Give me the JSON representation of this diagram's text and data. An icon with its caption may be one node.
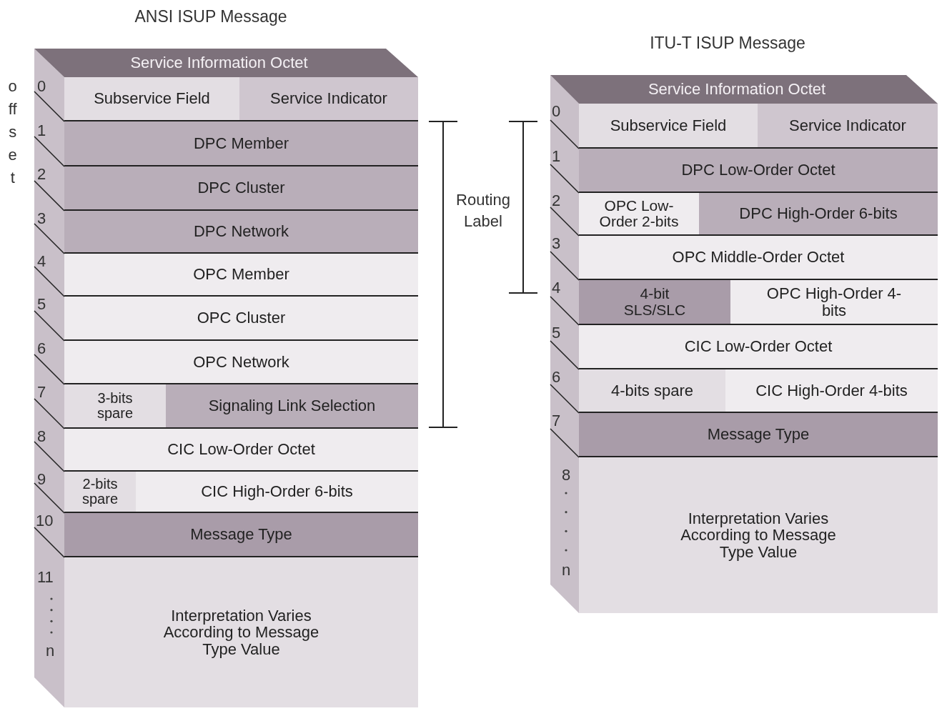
{
  "diagram": {
    "nodes": [
      {
        "text": [
          "Service Information Octet"
        ]
      },
      {
        "text": [
          "Subservice Field"
        ]
      },
      {
        "text": [
          "Service Indicator"
        ]
      },
      {
        "text": [
          "DPC Member"
        ]
      },
      {
        "text": [
          "DPC Cluster"
        ]
      },
      {
        "text": [
          "DPC Network"
        ]
      },
      {
        "text": [
          "OPC Member"
        ]
      },
      {
        "text": [
          "OPC Cluster"
        ]
      },
      {
        "text": [
          "OPC Network"
        ]
      },
      {
        "text": [
          "3-bits spare"
        ]
      },
      {
        "text": [
          "Signaling Link Selection"
        ]
      },
      {
        "text": [
          "CIC Low-Order Octet"
        ]
      },
      {
        "text": [
          "2-bits spare"
        ]
      },
      {
        "text": [
          "CIC High-Order 6-bits"
        ]
      },
      {
        "text": [
          "Message Type"
        ]
      },
      {
        "text": [
          "Interpretation Varies According to Message Type Value"
        ]
      },
      {
        "text": [
          "Service Information Octet"
        ]
      },
      {
        "text": [
          "Subservice Field"
        ]
      },
      {
        "text": [
          "Service Indicator"
        ]
      },
      {
        "text": [
          "DPC Low-Order Octet"
        ]
      },
      {
        "text": [
          "OPC Low-Order 2-bits"
        ]
      },
      {
        "text": [
          "DPC High-Order 6-bits"
        ]
      },
      {
        "text": [
          "OPC Middle-Order Octet"
        ]
      },
      {
        "text": [
          "4-bit SLS/SLC"
        ]
      },
      {
        "text": [
          "OPC High-Order 4-bits"
        ]
      },
      {
        "text": [
          "CIC Low-Order Octet"
        ]
      },
      {
        "text": [
          "4-bits spare"
        ]
      },
      {
        "text": [
          "CIC High-Order 4-bits"
        ]
      },
      {
        "text": [
          "Message Type"
        ]
      },
      {
        "text": [
          "Interpretation Varies According to Message Type Value"
        ]
      }
    ],
    "labels": [
      "ANSI ISUP Message",
      "ITU-T ISUP Message",
      "offset",
      "0",
      "1",
      "2",
      "3",
      "4",
      "5",
      "6",
      "7",
      "8",
      "9",
      "10",
      "11",
      "n",
      "Routing Label",
      "0",
      "1",
      "2",
      "3",
      "4",
      "5",
      "6",
      "7",
      "8",
      "n"
    ]
  }
}
